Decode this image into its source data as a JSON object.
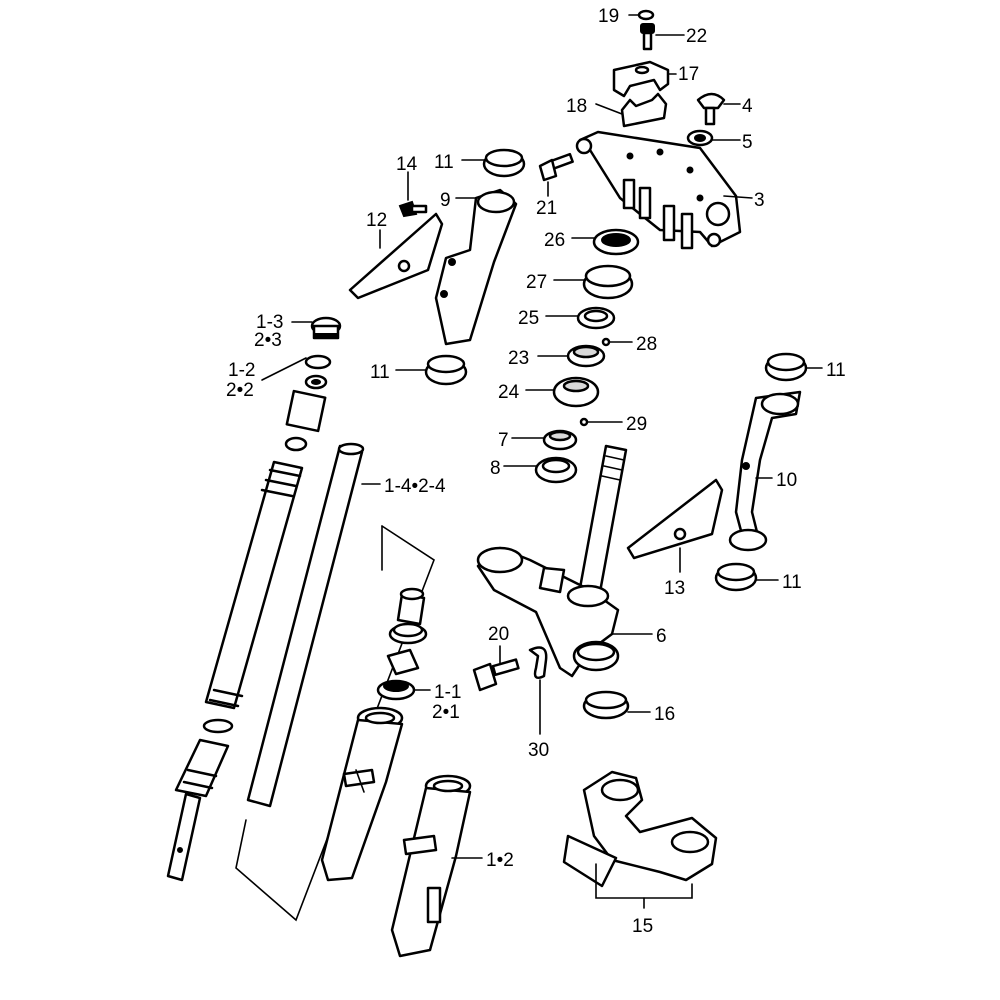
{
  "colors": {
    "ink": "#000000",
    "paper": "#ffffff",
    "shade": "#d9d9d9"
  },
  "labels": {
    "p19": "19",
    "p22": "22",
    "p17": "17",
    "p18": "18",
    "p4": "4",
    "p5": "5",
    "p3": "3",
    "p21": "21",
    "p14": "14",
    "p11a": "11",
    "p9": "9",
    "p12": "12",
    "p26": "26",
    "p27": "27",
    "p25": "25",
    "p28": "28",
    "p23": "23",
    "p24": "24",
    "p29": "29",
    "p7": "7",
    "p8": "8",
    "p13a": "1-3",
    "p23b": "2•3",
    "p12a": "1-2",
    "p22b": "2•2",
    "p11b": "11",
    "p11c": "11",
    "p10": "10",
    "p13": "13",
    "p11d": "11",
    "p14b": "1-4•2-4",
    "p6": "6",
    "p20": "20",
    "p30": "30",
    "p16": "16",
    "p1_1": "1-1",
    "p2_1": "2•1",
    "p1_2": "1•2",
    "p15": "15"
  }
}
